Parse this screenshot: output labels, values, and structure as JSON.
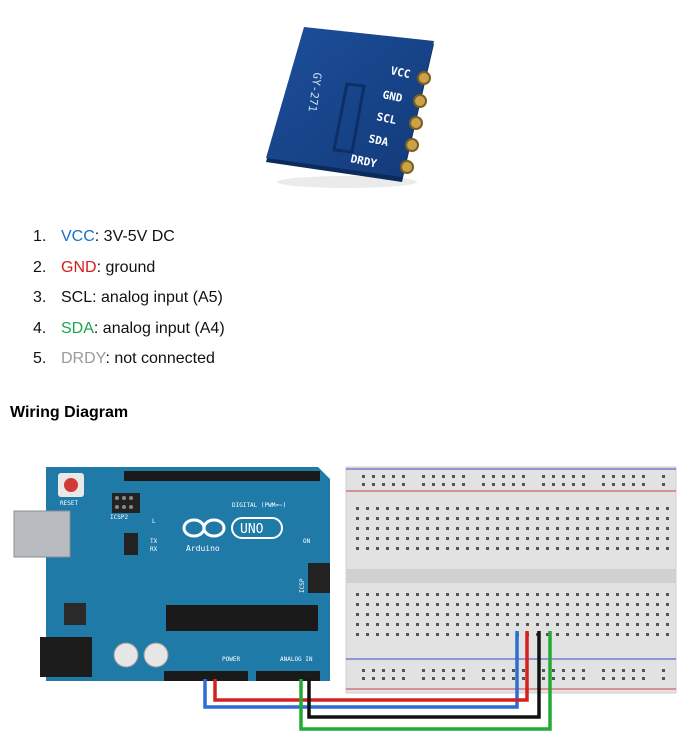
{
  "module": {
    "model": "GY-271",
    "pins": [
      "VCC",
      "GND",
      "SCL",
      "SDA",
      "DRDY"
    ]
  },
  "pin_list": [
    {
      "num": "1.",
      "name": "VCC",
      "desc": ": 3V-5V DC",
      "color": "#1a6fc4"
    },
    {
      "num": "2.",
      "name": "GND",
      "desc": ": ground",
      "color": "#d81a1a"
    },
    {
      "num": "3.",
      "name": "SCL",
      "desc": ": analog input (A5)",
      "color": "#111111"
    },
    {
      "num": "4.",
      "name": "SDA",
      "desc": ": analog input (A4)",
      "color": "#1aa64a"
    },
    {
      "num": "5.",
      "name": "DRDY",
      "desc": ": not connected",
      "color": "#9a9a9a"
    }
  ],
  "section_heading": "Wiring Diagram",
  "arduino": {
    "reset": "RESET",
    "icsp2": "ICSP2",
    "uno": "UNO",
    "brand": "Arduino",
    "digital": "DIGITAL (PWM=~)",
    "led_l": "L",
    "led_tx": "TX",
    "led_rx": "RX",
    "on": "ON",
    "icsp": "ICSP",
    "power": "POWER",
    "analog": "ANALOG IN"
  },
  "wires": {
    "vcc": "#2a6fd0",
    "gnd": "#d42020",
    "scl": "#111111",
    "sda": "#22aa33"
  }
}
